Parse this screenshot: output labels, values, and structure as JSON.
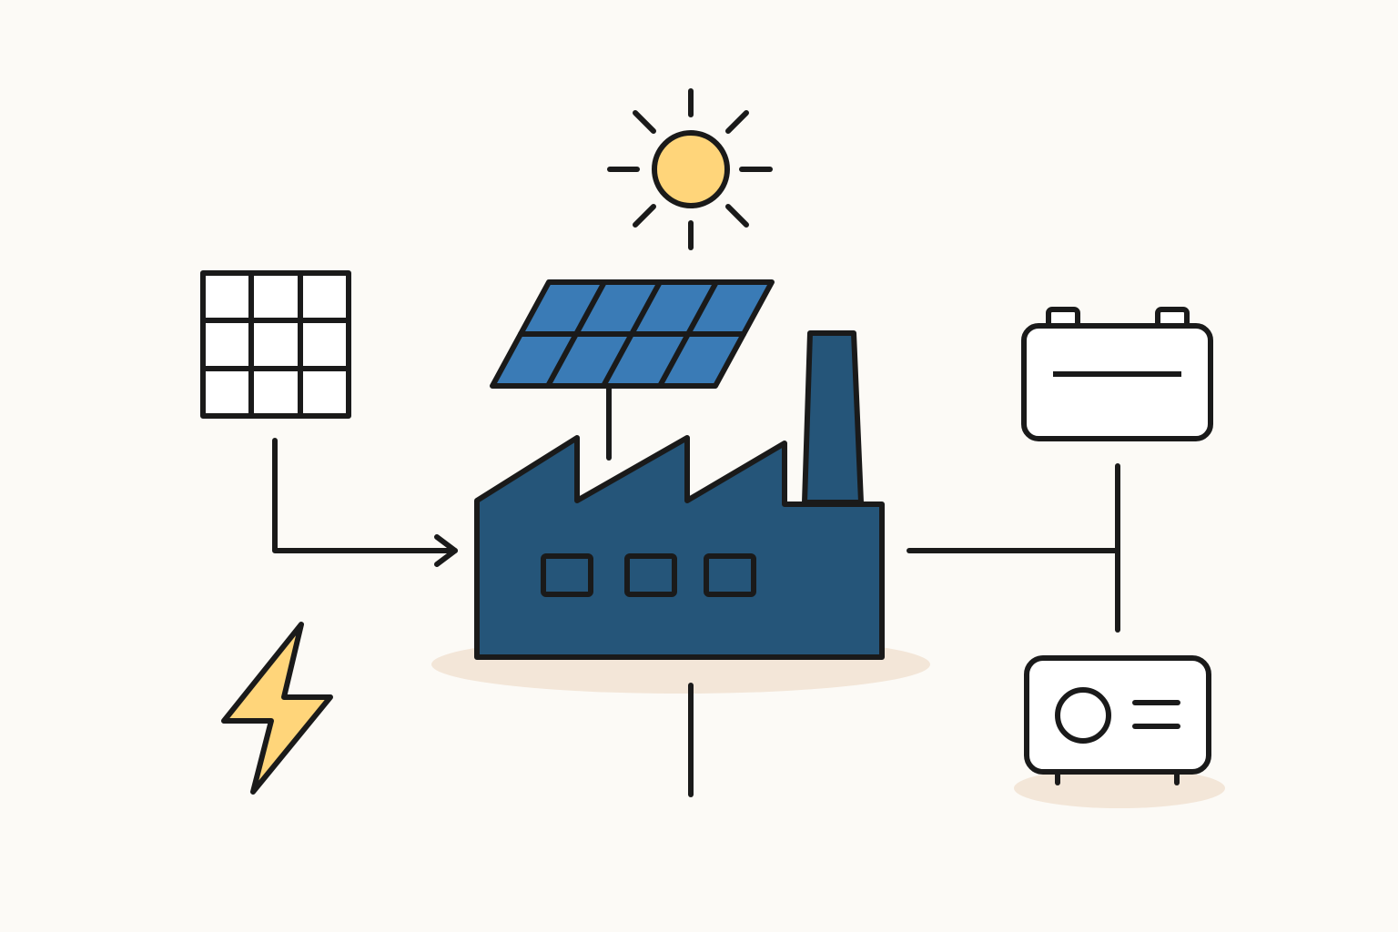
{
  "diagram": {
    "type": "energy-system-icon-diagram",
    "colors": {
      "background": "#FCFAF6",
      "outline": "#1A1A1A",
      "factory_fill": "#255579",
      "solar_panel_fill": "#3A7BB6",
      "sun_fill": "#FFD57A",
      "lightning_fill": "#FFD57A",
      "shadow_fill": "#F3E6D8",
      "white_fill": "#FFFFFF"
    },
    "icons": [
      "sun-icon",
      "solar-panel-icon",
      "factory-icon",
      "solar-grid-icon",
      "lightning-icon",
      "battery-icon",
      "heat-pump-icon"
    ],
    "connections": [
      {
        "from": "solar-grid-icon",
        "to": "factory-icon",
        "style": "arrow"
      },
      {
        "from": "solar-panel-icon",
        "to": "factory-icon",
        "style": "line"
      },
      {
        "from": "factory-icon",
        "to": "battery-icon",
        "style": "line"
      },
      {
        "from": "factory-icon",
        "to": "heat-pump-icon",
        "style": "line"
      },
      {
        "from": "factory-icon",
        "to": "bottom",
        "style": "line"
      }
    ]
  }
}
